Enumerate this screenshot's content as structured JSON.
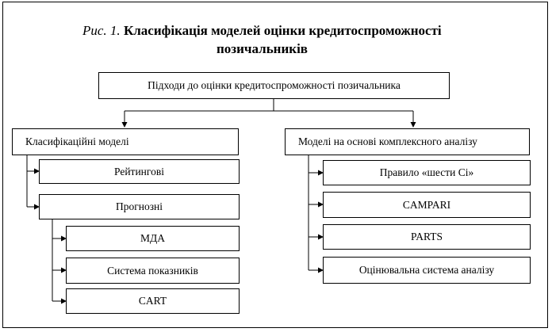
{
  "figure": {
    "title_prefix": "Рис. 1.",
    "title_line1": "Класифікація моделей оцінки кредитоспроможності",
    "title_line2": "позичальників"
  },
  "root": {
    "label": "Підходи до оцінки кредитоспроможності позичальника"
  },
  "left_branch": {
    "label": "Класифікаційні моделі",
    "children": [
      {
        "label": "Рейтингові"
      },
      {
        "label": "Прогнозні"
      }
    ],
    "prognostic_children": [
      {
        "label": "МДА"
      },
      {
        "label": "Система показників"
      },
      {
        "label": "CART"
      }
    ]
  },
  "right_branch": {
    "label": "Моделі на основі комплексного аналізу",
    "children": [
      {
        "label": "Правило «шести Сі»"
      },
      {
        "label": "CAMPARI"
      },
      {
        "label": "PARTS"
      },
      {
        "label": "Оцінювальна система аналізу"
      }
    ]
  }
}
